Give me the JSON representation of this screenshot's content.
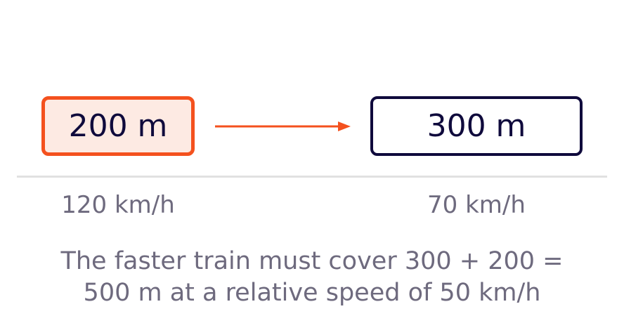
{
  "trains": {
    "fast": {
      "length_label": "200 m",
      "speed_label": "120 km/h",
      "color": "#f4511e",
      "fill": "#fdeae3"
    },
    "slow": {
      "length_label": "300 m",
      "speed_label": "70 km/h",
      "color": "#0f0a3c",
      "fill": "#ffffff"
    }
  },
  "arrow": {
    "color": "#f4511e",
    "icon": "right-arrow-icon"
  },
  "caption": {
    "line1": "The faster train must cover 300 + 200 =",
    "line2": "500 m at a relative speed of 50 km/h"
  },
  "colors": {
    "text_dark": "#0f0a3c",
    "text_muted": "#6e6a7e",
    "track": "#e1e1e1"
  }
}
